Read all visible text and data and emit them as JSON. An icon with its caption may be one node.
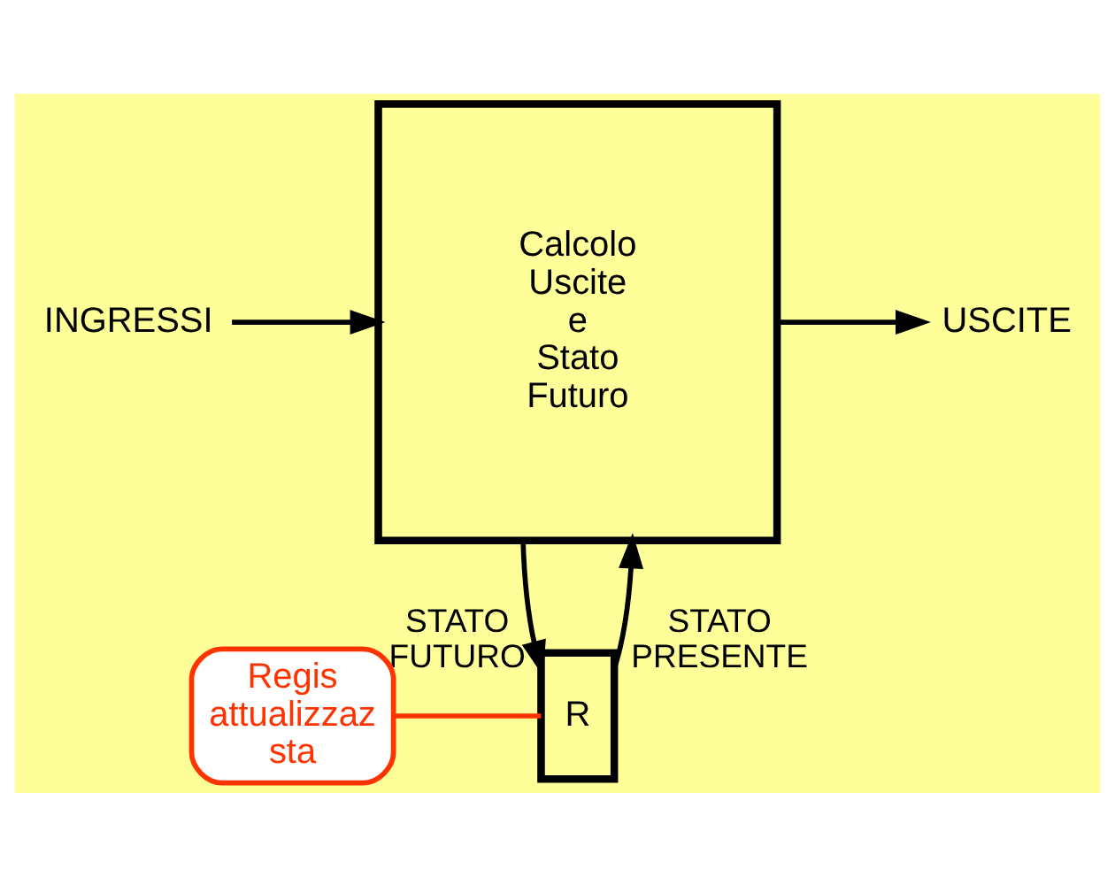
{
  "diagram": {
    "nodes": [
      {
        "text": [
          "INGRESSI"
        ]
      },
      {
        "text": [
          "Calcolo Uscite e Stato Futuro"
        ]
      },
      {
        "text": [
          "USCITE"
        ]
      },
      {
        "text": [
          "R"
        ]
      },
      {
        "text": [
          "Regis attualizzaz sta"
        ]
      }
    ],
    "edges": [
      {
        "from": 0,
        "to": 1,
        "arrow": "to"
      },
      {
        "from": 1,
        "to": 2,
        "arrow": "to"
      },
      {
        "from": 1,
        "to": 3,
        "arrow": "to",
        "label": "STATO FUTURO"
      },
      {
        "from": 3,
        "to": 1,
        "arrow": "to",
        "label": "STATO PRESENTE"
      },
      {
        "from": 4,
        "to": 3,
        "arrow": "none",
        "color": "#ff3300"
      }
    ]
  }
}
